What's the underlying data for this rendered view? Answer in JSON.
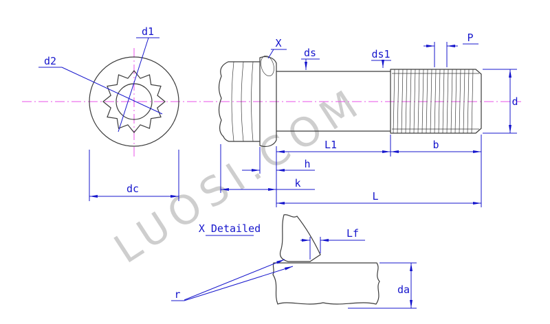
{
  "watermark": "LUOSI.COM",
  "end_view": {
    "d1": "d1",
    "d2": "d2",
    "dc": "dc"
  },
  "side_view": {
    "x_callout": "X",
    "ds": "ds",
    "ds1": "ds1",
    "p": "P",
    "d": "d",
    "l1": "L1",
    "h": "h",
    "k": "k",
    "b": "b",
    "l": "L"
  },
  "detail_view": {
    "title": "X Detailed",
    "lf": "Lf",
    "r": "r",
    "da": "da"
  },
  "colors": {
    "dimension": "#1515cc",
    "outline": "#3a3a3a",
    "centerline": "#e94fe9",
    "watermark": "#c6c6c6",
    "background": "#ffffff"
  }
}
